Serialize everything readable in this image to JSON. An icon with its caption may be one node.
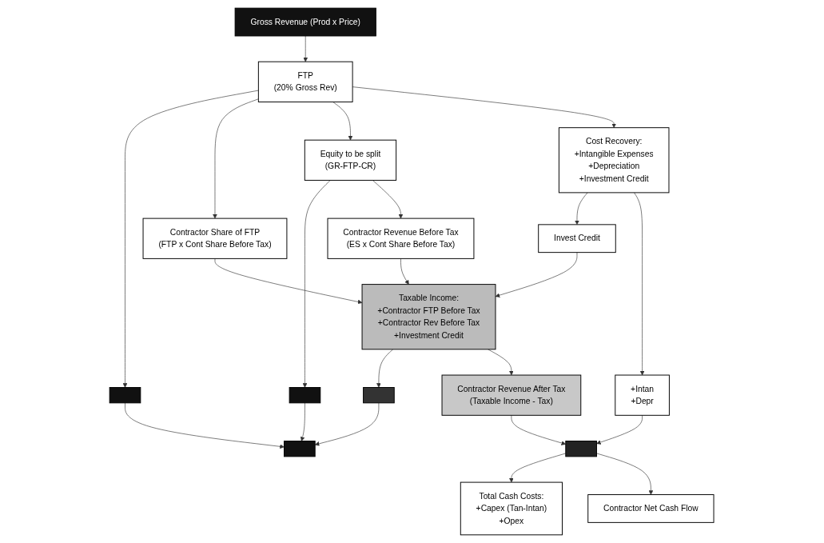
{
  "diagram": {
    "nodes": [
      {
        "text": [
          "Gross Revenue (Prod x Price)"
        ]
      },
      {
        "text": [],
        "shape": "box"
      },
      {
        "text": [
          "FTP",
          "(20% Gross Rev)"
        ]
      },
      {
        "text": [
          "Contractor Share of FTP",
          "(FTP x Cont Share Before Tax)"
        ]
      },
      {
        "text": [
          "Cost Recovery:",
          "+Intangible Expenses",
          "+Depreciation",
          "+Investment Credit"
        ]
      },
      {
        "text": [],
        "shape": "box"
      },
      {
        "text": [
          "Equity to be split",
          "(GR-FTP-CR)"
        ]
      },
      {
        "text": [
          "Contractor Revenue Before Tax",
          "(ES x Cont Share Before Tax)"
        ]
      },
      {
        "text": [
          "Invest Credit"
        ]
      },
      {
        "text": [
          "+Intan",
          "+Depr"
        ]
      },
      {
        "text": [],
        "shape": "box"
      },
      {
        "text": [
          "Taxable Income:",
          "+Contractor FTP Before Tax",
          "+Contractor Rev Before Tax",
          "+Investment Credit"
        ]
      },
      {
        "text": [
          "Contractor Revenue After Tax",
          "(Taxable Income - Tax)"
        ]
      },
      {
        "text": [],
        "shape": "box"
      },
      {
        "text": [
          "Total Cash Costs:",
          "+Capex (Tan-Intan)",
          "+Opex"
        ]
      },
      {
        "text": [],
        "shape": "box"
      },
      {
        "text": [
          "Contractor Net Cash Flow"
        ]
      }
    ],
    "edges": [
      {
        "from": 0,
        "to": 2,
        "arrow": "to"
      },
      {
        "from": 2,
        "to": 1,
        "arrow": "to"
      },
      {
        "from": 2,
        "to": 3,
        "arrow": "to"
      },
      {
        "from": 2,
        "to": 6,
        "arrow": "to"
      },
      {
        "from": 2,
        "to": 4,
        "arrow": "to"
      },
      {
        "from": 6,
        "to": 5,
        "arrow": "to"
      },
      {
        "from": 6,
        "to": 7,
        "arrow": "to"
      },
      {
        "from": 4,
        "to": 8,
        "arrow": "to"
      },
      {
        "from": 4,
        "to": 9,
        "arrow": "to"
      },
      {
        "from": 3,
        "to": 11,
        "arrow": "to"
      },
      {
        "from": 8,
        "to": 11,
        "arrow": "to"
      },
      {
        "from": 7,
        "to": 11,
        "arrow": "to"
      },
      {
        "from": 11,
        "to": 10,
        "arrow": "to"
      },
      {
        "from": 11,
        "to": 12,
        "arrow": "to"
      },
      {
        "from": 12,
        "to": 13,
        "arrow": "to"
      },
      {
        "from": 9,
        "to": 13,
        "arrow": "to"
      },
      {
        "from": 13,
        "to": 14,
        "arrow": "to"
      },
      {
        "from": 13,
        "to": 16,
        "arrow": "to"
      },
      {
        "from": 1,
        "to": 15,
        "arrow": "to"
      },
      {
        "from": 5,
        "to": 15,
        "arrow": "to"
      },
      {
        "from": 10,
        "to": 15,
        "arrow": "to"
      }
    ]
  }
}
